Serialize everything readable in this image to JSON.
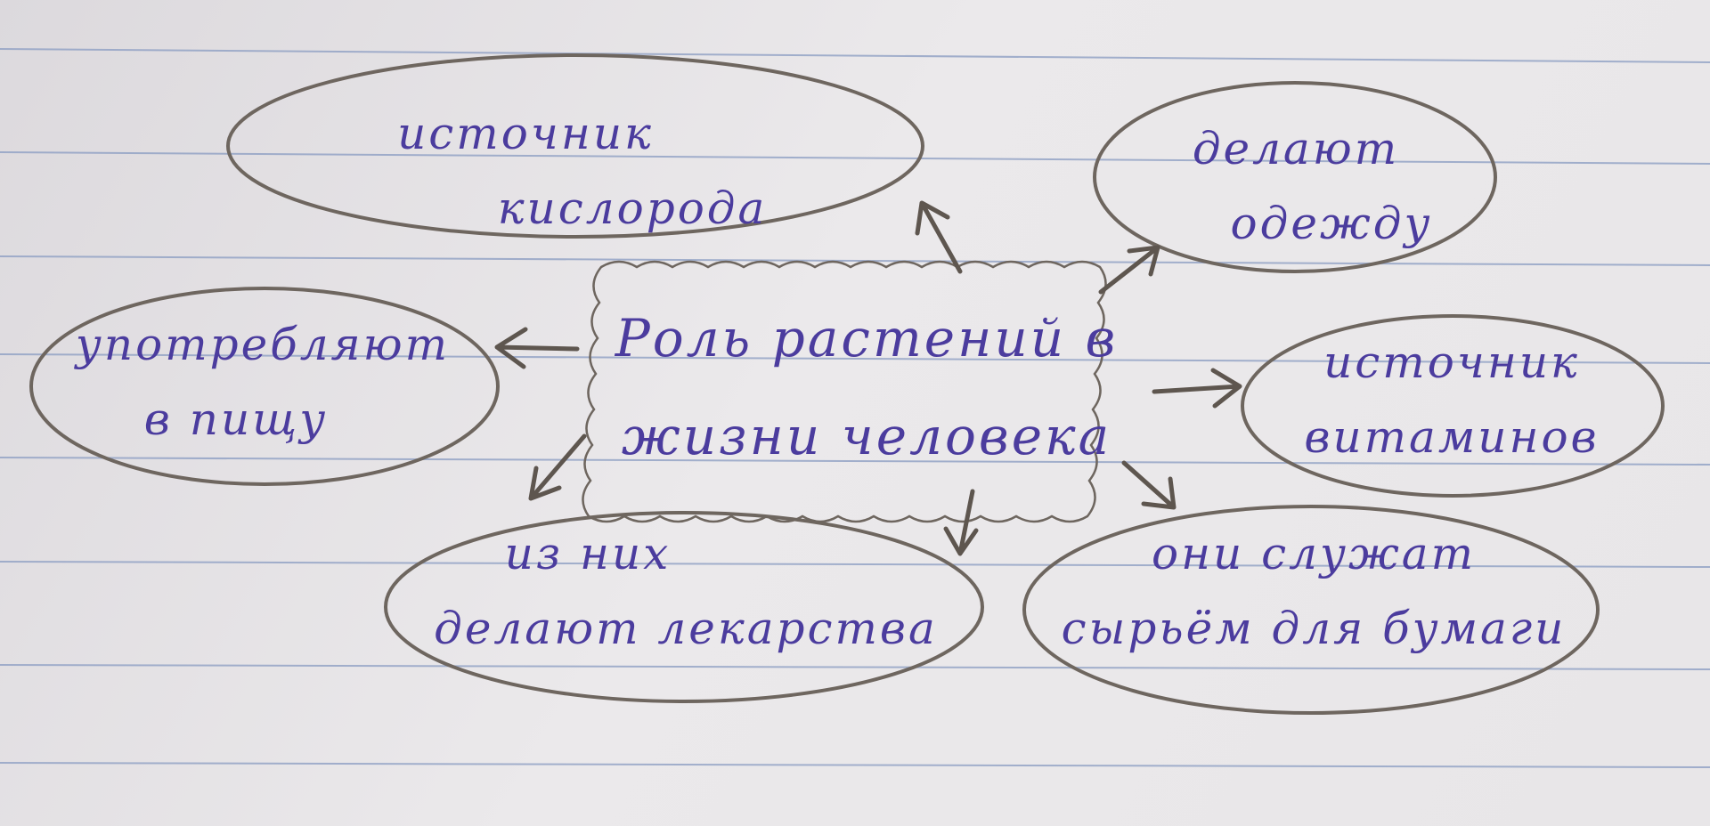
{
  "center": {
    "line1": "Роль растений в",
    "line2": "жизни человека"
  },
  "nodes": [
    {
      "line1": "источник",
      "line2": "кислорода"
    },
    {
      "line1": "делают",
      "line2": "одежду"
    },
    {
      "line1": "употребляют",
      "line2": "в пищу"
    },
    {
      "line1": "источник",
      "line2": "витаминов"
    },
    {
      "line1": "из них",
      "line2": "делают лекарства"
    },
    {
      "line1": "они служат",
      "line2": "сырьём для бумаги"
    }
  ],
  "colors": {
    "ink": "#4b3c9e",
    "pencil": "#6e665f",
    "rule": "#8fa0c4"
  }
}
